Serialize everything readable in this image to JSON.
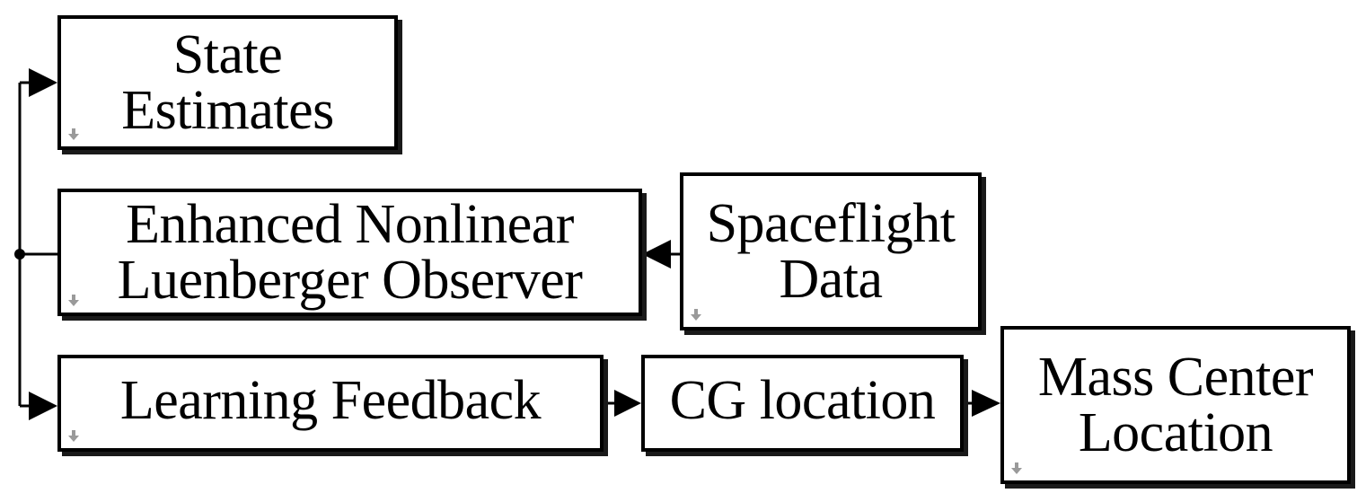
{
  "blocks": {
    "state_estimates": {
      "lines": [
        "State",
        "Estimates"
      ]
    },
    "observer": {
      "lines": [
        "Enhanced Nonlinear",
        "Luenberger Observer"
      ]
    },
    "spaceflight": {
      "lines": [
        "Spaceflight",
        "Data"
      ]
    },
    "learning": {
      "lines": [
        "Learning Feedback"
      ]
    },
    "cg": {
      "lines": [
        "CG location"
      ]
    },
    "mass": {
      "lines": [
        "Mass Center",
        "Location"
      ]
    }
  },
  "colors": {
    "line": "#000000",
    "border": "#000000",
    "mask_icon": "#9a9a9a"
  },
  "icons": {
    "block_mask_icon": "down-arrow-mask-icon"
  }
}
